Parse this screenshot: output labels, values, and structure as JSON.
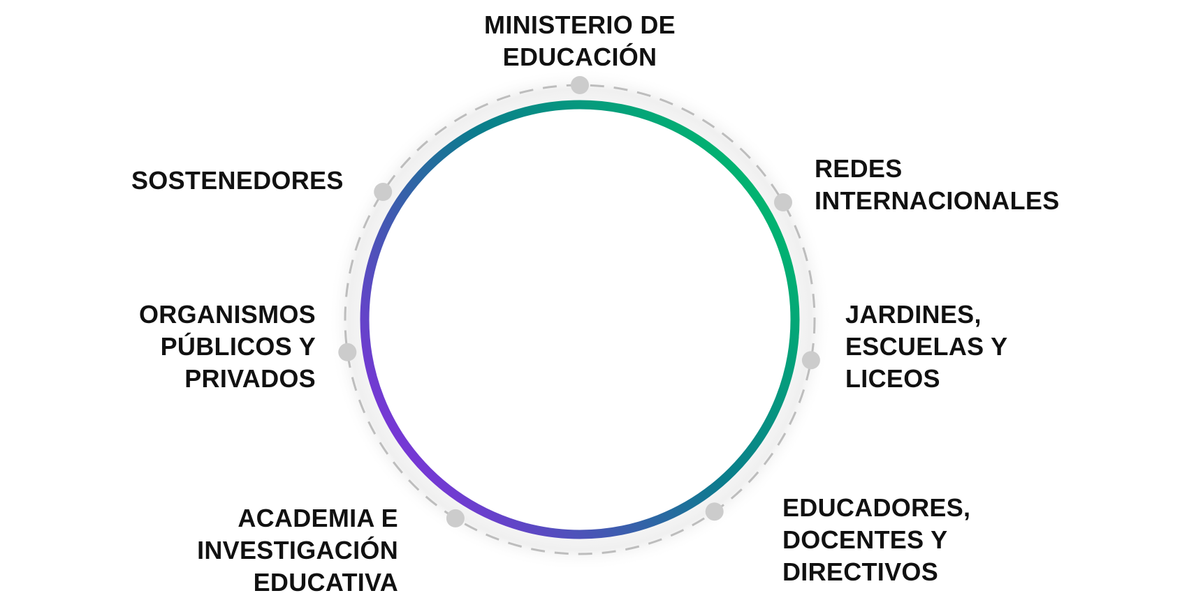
{
  "nodes": [
    {
      "id": "ministerio",
      "lines": [
        "MINISTERIO DE",
        "EDUCACIÓN"
      ]
    },
    {
      "id": "redes",
      "lines": [
        "REDES",
        "INTERNACIONALES"
      ]
    },
    {
      "id": "jardines",
      "lines": [
        "JARDINES,",
        "ESCUELAS Y",
        "LICEOS"
      ]
    },
    {
      "id": "educadores",
      "lines": [
        "EDUCADORES,",
        "DOCENTES Y",
        "DIRECTIVOS"
      ]
    },
    {
      "id": "academia",
      "lines": [
        "ACADEMIA E",
        "INVESTIGACIÓN",
        "EDUCATIVA"
      ]
    },
    {
      "id": "organismos",
      "lines": [
        "ORGANISMOS",
        "PÚBLICOS Y",
        "PRIVADOS"
      ]
    },
    {
      "id": "sostenedores",
      "lines": [
        "SOSTENEDORES"
      ]
    }
  ],
  "colors": {
    "ring_start": "#00c06a",
    "ring_mid": "#0a7d8c",
    "ring_end": "#8a2be2",
    "dashed_ring": "#bdbdbd",
    "node_dot": "#cccccc",
    "text": "#111111"
  }
}
